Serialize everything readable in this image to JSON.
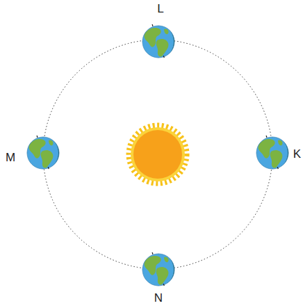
{
  "diagram": {
    "labels": [
      "L",
      "M",
      "K",
      "N"
    ]
  }
}
